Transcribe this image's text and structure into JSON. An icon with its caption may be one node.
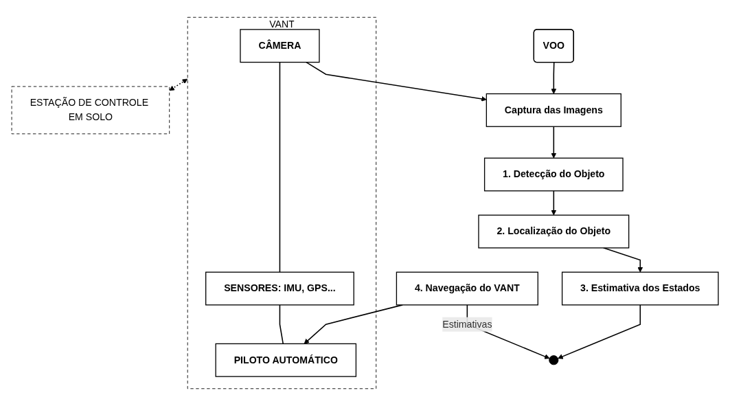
{
  "diagram": {
    "nodes": [
      {
        "text": [
          "VOO"
        ]
      },
      {
        "text": [
          "Captura das Imagens"
        ]
      },
      {
        "text": [
          "1. Detecção do Objeto"
        ]
      },
      {
        "text": [
          "2. Localização do Objeto"
        ]
      },
      {
        "text": [
          "3. Estimativa dos Estados"
        ]
      },
      {
        "text": [
          "VANT"
        ]
      },
      {
        "text": [
          "CÂMERA"
        ],
        "in": 5
      },
      {
        "text": [
          "SENSORES: IMU, GPS..."
        ],
        "in": 5
      },
      {
        "text": [
          "PILOTO AUTOMÁTICO"
        ],
        "in": 5
      },
      {
        "text": [
          "ESTAÇÃO DE CONTROLE EM SOLO"
        ]
      },
      {
        "text": [
          "4. Navegação do VANT"
        ]
      }
    ],
    "edges": [
      {
        "from": 0,
        "to": 1,
        "arrow": "to"
      },
      {
        "from": 6,
        "to": 1,
        "arrow": "to"
      },
      {
        "from": 1,
        "to": 2,
        "arrow": "to"
      },
      {
        "from": 2,
        "to": 3,
        "arrow": "to"
      },
      {
        "from": 3,
        "to": 4,
        "arrow": "to"
      },
      {
        "from": 6,
        "to": 7,
        "arrow": "none"
      },
      {
        "from": 7,
        "to": 8,
        "arrow": "none"
      },
      {
        "from": 10,
        "to": 8,
        "arrow": "to"
      },
      {
        "from": 4,
        "to": null,
        "arrow": "to"
      },
      {
        "from": 10,
        "to": null,
        "label": "Estimativas",
        "arrow": "to"
      },
      {
        "from": 5,
        "to": 9,
        "arrow": "both",
        "style": "dashed"
      }
    ]
  }
}
